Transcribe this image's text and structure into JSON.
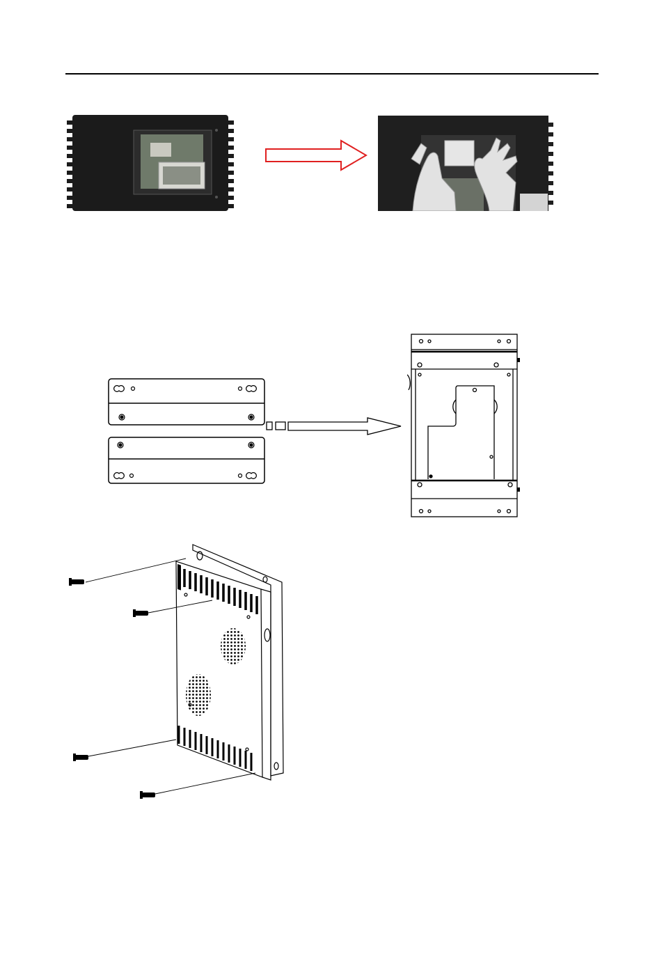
{
  "figures": {
    "step1_before": {
      "icon": "device-bottom-open-photo"
    },
    "step1_arrow": {
      "icon": "right-arrow-icon",
      "color": "#e02020"
    },
    "step1_after": {
      "icon": "hands-installing-module-photo"
    },
    "step2_brackets": {
      "icon": "wall-mount-bracket-icon",
      "count": 2
    },
    "step2_arrow": {
      "icon": "right-arrow-icon"
    },
    "step2_device": {
      "icon": "device-rear-with-brackets-icon"
    },
    "step3_wallmount": {
      "icon": "device-wall-mount-screws-icon",
      "screws": 4
    }
  }
}
